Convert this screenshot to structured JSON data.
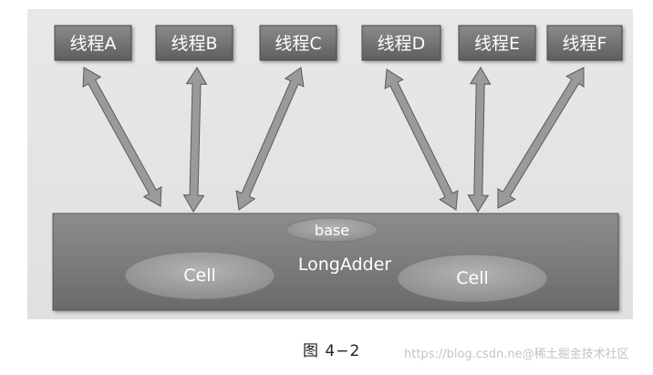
{
  "threads": [
    "线程A",
    "线程B",
    "线程C",
    "线程D",
    "线程E",
    "线程F"
  ],
  "adder": {
    "label": "LongAdder",
    "base_label": "base",
    "cells": [
      "Cell",
      "Cell"
    ]
  },
  "caption": "图 4−2",
  "watermark": "https://blog.csdn.ne@稀土掘金技术社区",
  "colors": {
    "thread_box": "#6f6f6f",
    "adder_bar": "#7a7a7a",
    "cell_fill": "#9a9a9a",
    "panel_bg": "#e4e4e4"
  }
}
